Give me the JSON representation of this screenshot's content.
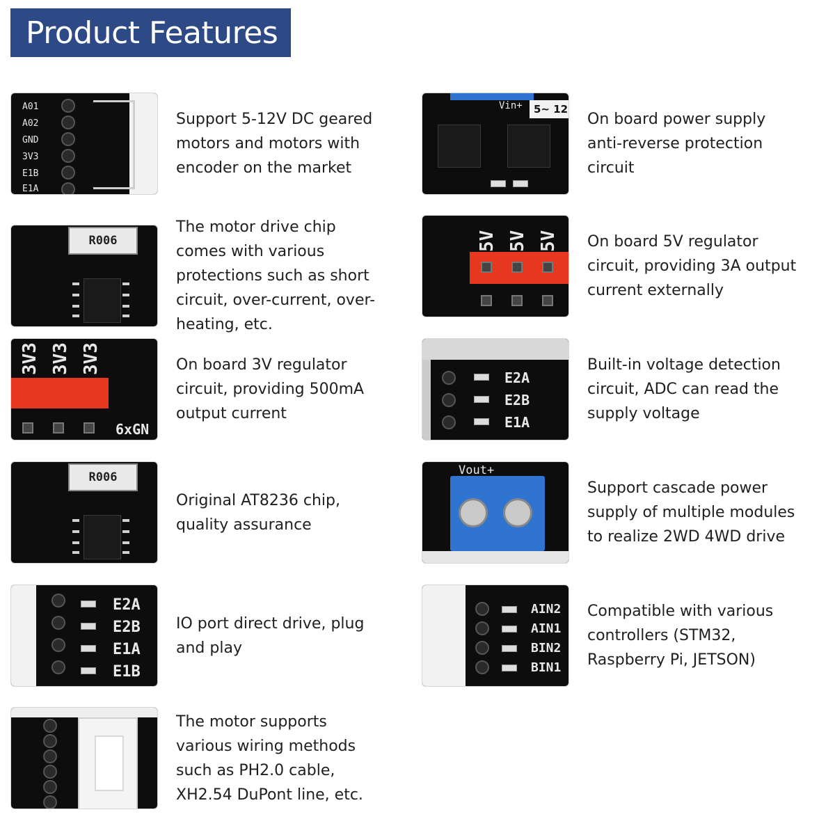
{
  "header": {
    "title": "Product Features"
  },
  "features": [
    {
      "text": "Support 5-12V DC geared motors and motors with encoder on the market",
      "image": {
        "labels": [
          "A01",
          "A02",
          "GND",
          "3V3",
          "E1B",
          "E1A"
        ]
      }
    },
    {
      "text": "On board power supply anti-reverse protection circuit",
      "image": {
        "labels": [
          "Vin+",
          "5~ 12"
        ]
      }
    },
    {
      "text": "The motor drive chip comes with various protections such as short circuit, over-current, over-heating, etc.",
      "image": {
        "labels": [
          "R006"
        ]
      }
    },
    {
      "text": "On board 5V regulator circuit, providing 3A output current externally",
      "image": {
        "labels": [
          "5V",
          "5V",
          "5V"
        ]
      }
    },
    {
      "text": "On board 3V regulator circuit, providing 500mA output current",
      "image": {
        "labels": [
          "3V3",
          "3V3",
          "3V3",
          "6xGN"
        ]
      }
    },
    {
      "text": "Built-in voltage detection circuit, ADC can read the supply voltage",
      "image": {
        "labels": [
          "E2A",
          "E2B",
          "E1A"
        ]
      }
    },
    {
      "text": "Original AT8236 chip, quality assurance",
      "image": {
        "labels": [
          "R006"
        ]
      }
    },
    {
      "text": "Support cascade power supply of multiple modules to realize 2WD 4WD drive",
      "image": {
        "labels": [
          "Vout+"
        ]
      }
    },
    {
      "text": "IO port direct drive, plug and play",
      "image": {
        "labels": [
          "E2A",
          "E2B",
          "E1A",
          "E1B"
        ]
      }
    },
    {
      "text": "Compatible with various controllers (STM32, Raspberry Pi, JETSON)",
      "image": {
        "labels": [
          "AIN2",
          "AIN1",
          "BIN2",
          "BIN1"
        ]
      }
    },
    {
      "text": "The motor supports various wiring methods such as PH2.0 cable, XH2.54 DuPont line, etc.",
      "image": {
        "labels": []
      }
    }
  ],
  "colors": {
    "banner": "#2d4a86",
    "pcb": "#0d0d0d",
    "header_red": "#e8371f",
    "terminal_blue": "#2f74d0"
  }
}
